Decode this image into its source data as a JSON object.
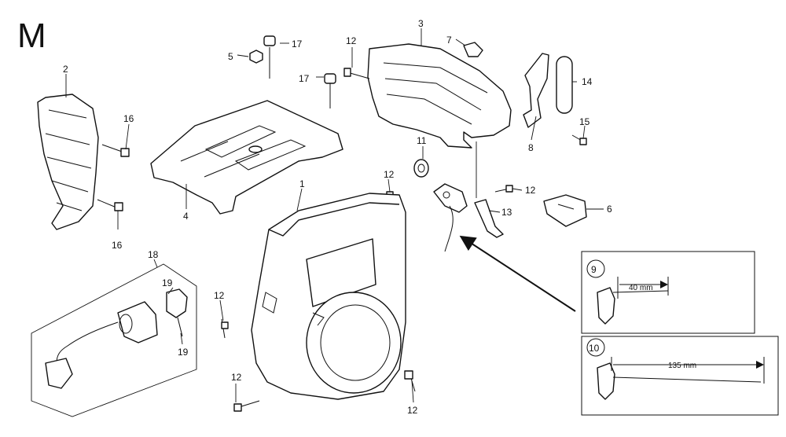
{
  "section_letter": "M",
  "callouts": {
    "c1": "1",
    "c2": "2",
    "c3": "3",
    "c4": "4",
    "c5": "5",
    "c6": "6",
    "c7": "7",
    "c8": "8",
    "c11": "11",
    "c12a": "12",
    "c12b": "12",
    "c12c": "12",
    "c12d": "12",
    "c12e": "12",
    "c12f": "12",
    "c13": "13",
    "c14": "14",
    "c15": "15",
    "c16a": "16",
    "c16b": "16",
    "c17a": "17",
    "c17b": "17",
    "c18": "18",
    "c19a": "19",
    "c19b": "19"
  },
  "inset_top": {
    "number": "9",
    "dimension": "40 mm"
  },
  "inset_bottom": {
    "number": "10",
    "dimension": "135 mm"
  }
}
